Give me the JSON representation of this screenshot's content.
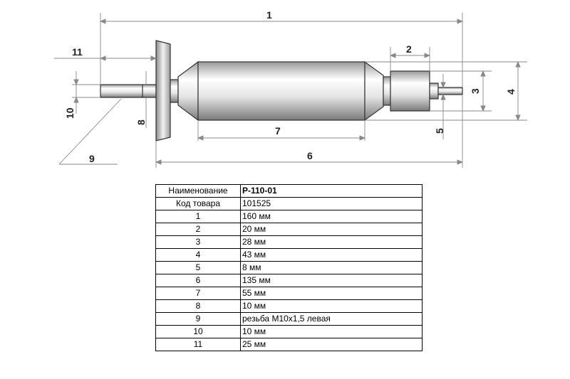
{
  "drawing": {
    "labels": {
      "d1": "1",
      "d2": "2",
      "d3": "3",
      "d4": "4",
      "d5": "5",
      "d6": "6",
      "d7": "7",
      "d8": "8",
      "d9": "9",
      "d10": "10",
      "d11": "11"
    }
  },
  "table": {
    "rows": [
      {
        "key": "Наименование",
        "value": "Р-110-01"
      },
      {
        "key": "Код товара",
        "value": "101525"
      },
      {
        "key": "1",
        "value": "160 мм"
      },
      {
        "key": "2",
        "value": "20 мм"
      },
      {
        "key": "3",
        "value": "28 мм"
      },
      {
        "key": "4",
        "value": "43 мм"
      },
      {
        "key": "5",
        "value": "8 мм"
      },
      {
        "key": "6",
        "value": "135 мм"
      },
      {
        "key": "7",
        "value": "55 мм"
      },
      {
        "key": "8",
        "value": "10 мм"
      },
      {
        "key": "9",
        "value": "резьба М10х1,5 левая"
      },
      {
        "key": "10",
        "value": "10 мм"
      },
      {
        "key": "11",
        "value": "25 мм"
      }
    ]
  }
}
